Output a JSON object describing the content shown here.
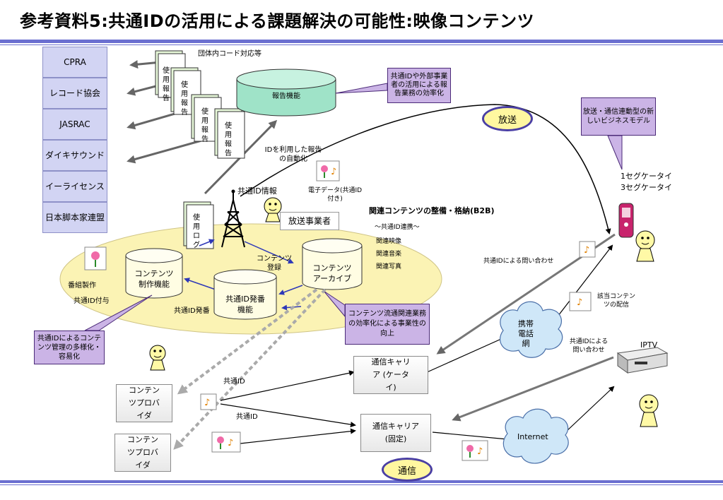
{
  "title": "参考資料5:共通IDの活用による課題解決の可能性:映像コンテンツ",
  "colors": {
    "rule": "#6b6fd0",
    "org_fill": "#d2d4f3",
    "note_purple": "#cbb4e6",
    "ellipse": "#fbf3b4",
    "db_fill": "#9fe3c8"
  },
  "orgs": [
    "CPRA",
    "レコード協会",
    "JASRAC",
    "ダイキサウンド",
    "イーライセンス",
    "日本脚本家連盟"
  ],
  "report": {
    "top_label": "団体内コード対応等",
    "usage_doc": "使用報告",
    "db_label": "報告機能",
    "auto_label": "IDを利用した報告の自動化",
    "note": "共通IDや外部事業者の活用による報告業務の効率化"
  },
  "broadcast": {
    "tag": "放送",
    "id_info": "共通ID情報",
    "edata": "電子データ(共通ID付き)",
    "operator": "放送事業者",
    "usage_log": "使用ログ",
    "new_model": "放送・通信連動型の新しいビジネスモデル",
    "phones": "1セグケータイ 3セグケータイ"
  },
  "related": {
    "heading": "関連コンテンツの整備・格納(B2B)",
    "sub": "～共通ID連携～",
    "items": [
      "関連映像",
      "関連音楽",
      "関連写真"
    ]
  },
  "center": {
    "production": "コンテンツ制作機能",
    "id_issue": "共通ID発番機能",
    "archive": "コンテンツアーカイブ",
    "reg": "コンテンツ登録",
    "prog": "番組製作",
    "id_grant": "共通ID付与",
    "id_num": "共通ID発番",
    "note_mgmt": "共通IDによるコンテンツ管理の多様化・容易化",
    "note_dist": "コンテンツ流通関連業務の効率化による事業性の向上"
  },
  "telecom": {
    "tag": "通信",
    "inquiry1": "共通IDによる問い合わせ",
    "delivery": "該当コンテンツの配信",
    "mobile_net": "携帯電話網",
    "inquiry2": "共通IDによる問い合わせ",
    "iptv": "IPTV",
    "internet": "Internet",
    "carrier_mobile": "通信キャリア (ケータイ)",
    "carrier_fixed": "通信キャリア (固定)",
    "provider": "コンテンツプロバイダ",
    "id1": "共通ID",
    "id2": "共通ID"
  }
}
